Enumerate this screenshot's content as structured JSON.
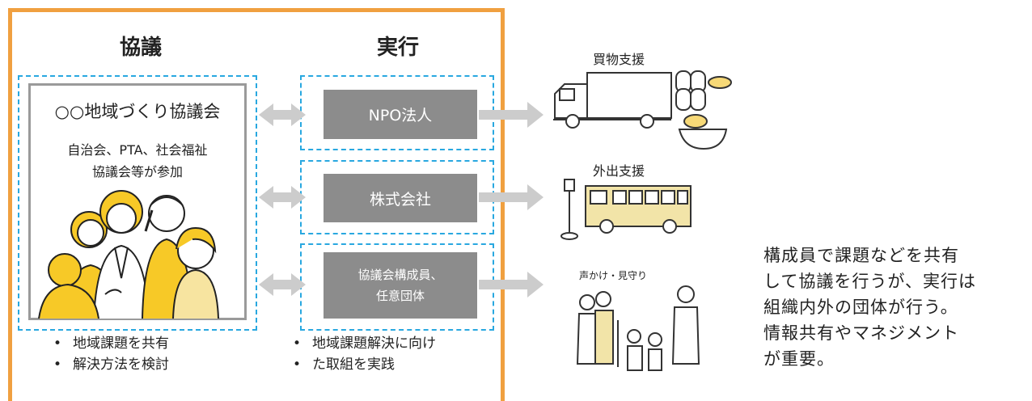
{
  "headers": {
    "council": "協議",
    "execution": "実行"
  },
  "council": {
    "title": "○○地域づくり協議会",
    "members_line1": "自治会、PTA、社会福祉",
    "members_line2": "協議会等が参加"
  },
  "executors": [
    {
      "line1": "NPO法人",
      "line2": ""
    },
    {
      "line1": "株式会社",
      "line2": ""
    },
    {
      "line1": "協議会構成員、",
      "line2": "任意団体"
    }
  ],
  "council_bullets": [
    "地域課題を共有",
    "解決方法を検討"
  ],
  "execution_bullets": [
    "地域課題解決に向け",
    "た取組を実践"
  ],
  "support": {
    "shopping": "買物支援",
    "outing": "外出支援",
    "watch": "声かけ・見守り"
  },
  "description": [
    "構成員で課題などを共有",
    "して協議を行うが、実行は",
    "組織内外の団体が行う。",
    "情報共有やマネジメント",
    "が重要。"
  ],
  "colors": {
    "frame": "#f0a040",
    "dash": "#29a8e0",
    "box": "#8c8c8c",
    "arrow": "#cccccc",
    "bus": "#f2e4a8"
  }
}
